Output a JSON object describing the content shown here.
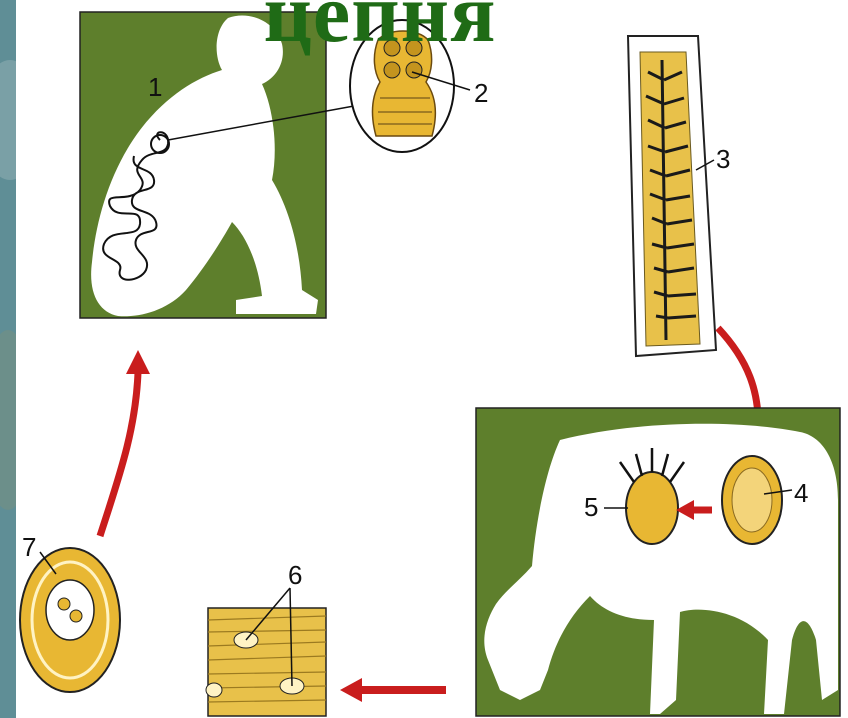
{
  "title": "цепня",
  "labels": [
    "1",
    "2",
    "3",
    "4",
    "5",
    "6",
    "7"
  ],
  "colors": {
    "panel_green": "#5e7f2c",
    "worm_yellow": "#e8b733",
    "arrow_red": "#c91d1d",
    "title_green": "#1f6b16"
  }
}
